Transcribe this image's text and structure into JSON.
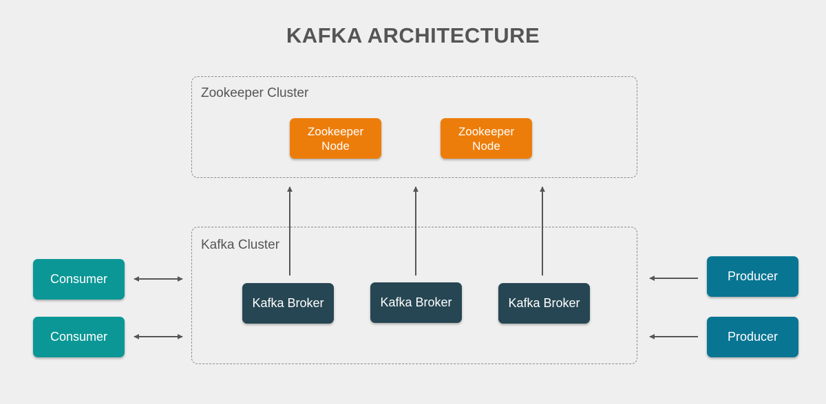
{
  "title": "KAFKA ARCHITECTURE",
  "zookeeper_cluster": {
    "label": "Zookeeper Cluster",
    "nodes": [
      {
        "label": "Zookeeper\nNode"
      },
      {
        "label": "Zookeeper\nNode"
      }
    ]
  },
  "kafka_cluster": {
    "label": "Kafka Cluster",
    "brokers": [
      {
        "label": "Kafka Broker"
      },
      {
        "label": "Kafka Broker"
      },
      {
        "label": "Kafka Broker"
      }
    ]
  },
  "consumers": [
    {
      "label": "Consumer"
    },
    {
      "label": "Consumer"
    }
  ],
  "producers": [
    {
      "label": "Producer"
    },
    {
      "label": "Producer"
    }
  ],
  "colors": {
    "background": "#efefef",
    "zookeeper_node": "#ed7d0a",
    "kafka_broker": "#264653",
    "consumer": "#0b9796",
    "producer": "#087593",
    "arrow": "#555555"
  }
}
